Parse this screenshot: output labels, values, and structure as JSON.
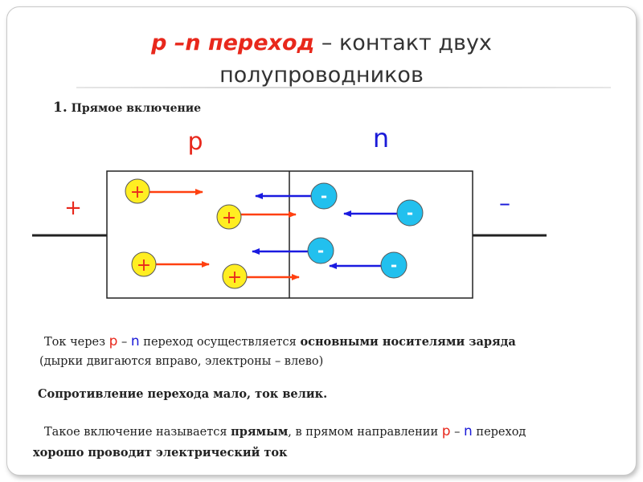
{
  "title": {
    "pn": "p –n",
    "term": " переход",
    "rest_line1": " – контакт двух",
    "rest_line2": "полупроводников"
  },
  "subtitle": {
    "num": "1.",
    "text": " Прямое включение"
  },
  "diagram": {
    "p_label": "p",
    "n_label": "n",
    "plus_terminal": "+",
    "minus_terminal": "–",
    "hole_symbol": "+",
    "electron_symbol": "-",
    "hole_color": "#ffee22",
    "electron_color": "#22c0ee",
    "hole_arrow_color": "#ff4010",
    "electron_arrow_color": "#1a1ae0",
    "p_label_color": "#e8281c",
    "n_label_color": "#1a1ad8"
  },
  "paragraph1": {
    "a": "Ток через ",
    "p": "p",
    "dash": " – ",
    "n": "n",
    "b": " переход осуществляется ",
    "bold": "основными носителями заряда",
    "line2": "(дырки двигаются вправо, электроны – влево)"
  },
  "paragraph2": {
    "text": "Сопротивление перехода мало, ток велик."
  },
  "paragraph3": {
    "a": "Такое включение называется ",
    "bold": "прямым",
    "b": ", в прямом направлении ",
    "p": "p",
    "dash": " – ",
    "n": "n",
    "c": " переход",
    "line2": "хорошо проводит электрический ток"
  }
}
